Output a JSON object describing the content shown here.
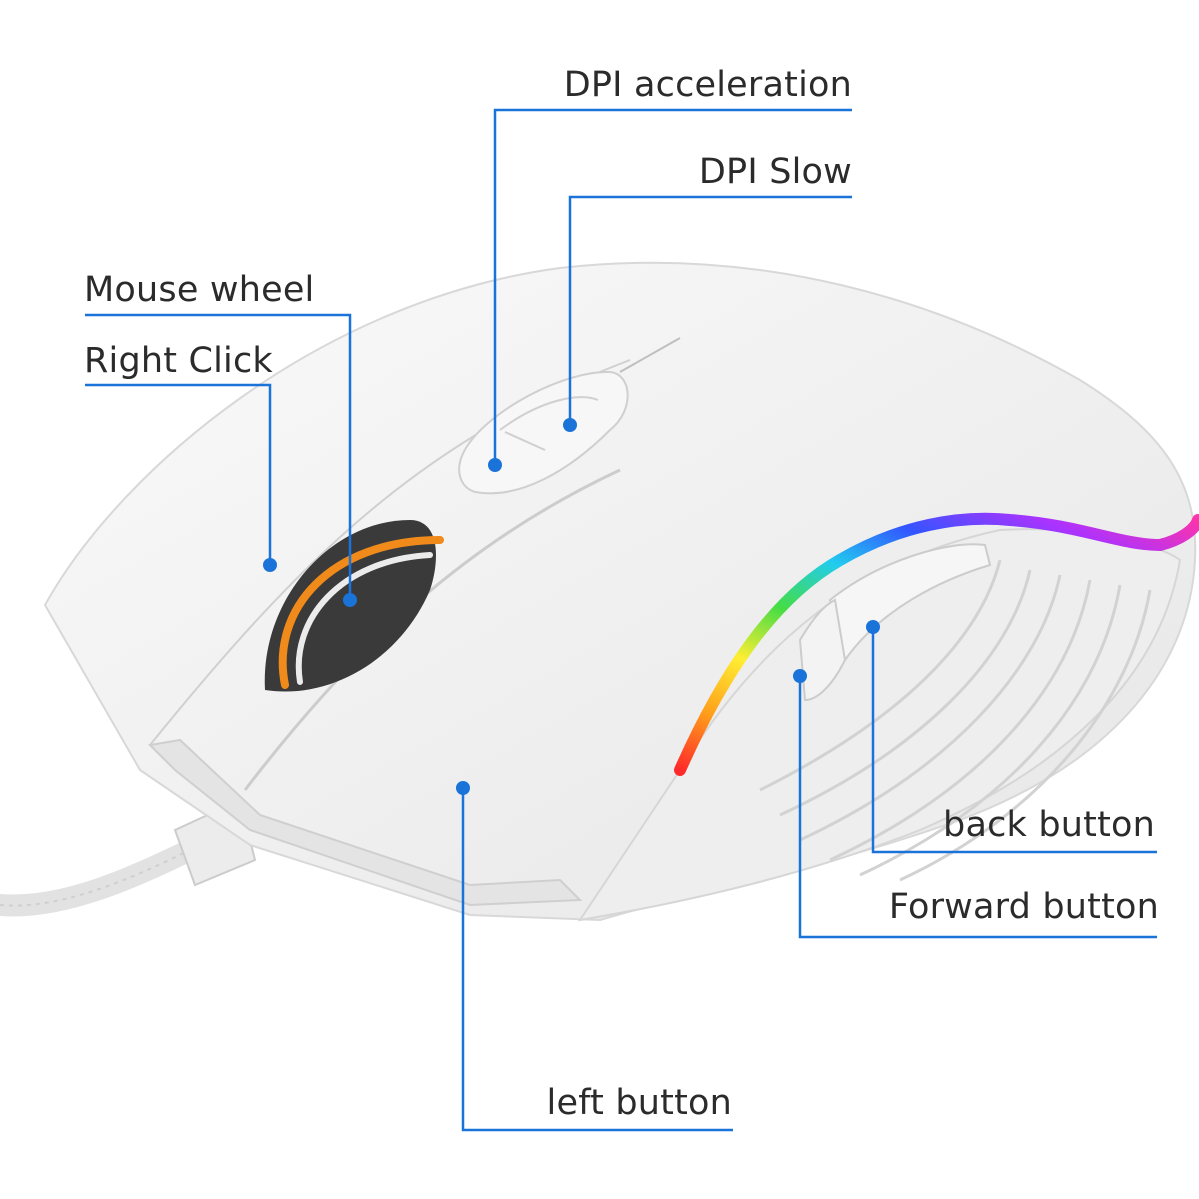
{
  "callouts": {
    "dpi_acceleration": "DPI acceleration",
    "dpi_slow": "DPI Slow",
    "mouse_wheel": "Mouse wheel",
    "right_click": "Right Click",
    "back_button": "back button",
    "forward_button": "Forward button",
    "left_button": "left button"
  },
  "colors": {
    "callout_line": "#1a73d9",
    "label_text": "#2b2b2b",
    "mouse_body": "#f2f2f2",
    "wheel_accent": "#f08a1a"
  },
  "rgb_gradient": [
    "#ff2a2a",
    "#ff9f1a",
    "#ffee33",
    "#44dd44",
    "#22ccee",
    "#3355ff",
    "#aa33ff",
    "#ff33aa"
  ]
}
